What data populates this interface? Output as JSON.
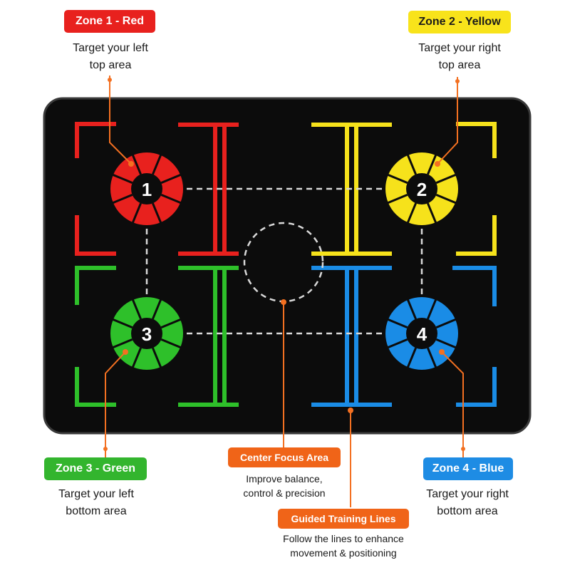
{
  "zones": [
    {
      "id": "red",
      "badge": "Zone 1 - Red",
      "desc1": "Target your left",
      "desc2": "top area",
      "number": "1",
      "color": "#e8211e",
      "badge_color": "#e8211e",
      "badge_text_color": "#ffffff"
    },
    {
      "id": "yellow",
      "badge": "Zone 2 - Yellow",
      "desc1": "Target your right",
      "desc2": "top area",
      "number": "2",
      "color": "#f6e21b",
      "badge_color": "#f8e31b",
      "badge_text_color": "#1a1a1a"
    },
    {
      "id": "green",
      "badge": "Zone 3 - Green",
      "desc1": "Target your left",
      "desc2": "bottom area",
      "number": "3",
      "color": "#2ec02a",
      "badge_color": "#33b52e",
      "badge_text_color": "#ffffff"
    },
    {
      "id": "blue",
      "badge": "Zone 4 - Blue",
      "desc1": "Target your right",
      "desc2": "bottom area",
      "number": "4",
      "color": "#1a8ce6",
      "badge_color": "#1e8ce4",
      "badge_text_color": "#ffffff"
    }
  ],
  "center": {
    "badge": "Center Focus Area",
    "desc1": "Improve balance,",
    "desc2": "control & precision"
  },
  "lines": {
    "badge": "Guided Training Lines",
    "desc1": "Follow the lines to enhance",
    "desc2": "movement & positioning"
  },
  "colors": {
    "mat": "#0c0c0c",
    "mat_edge": "#3a3a3a",
    "callout": "#f37021",
    "dashed": "#d9d9d9",
    "badge_orange": "#f06418"
  }
}
